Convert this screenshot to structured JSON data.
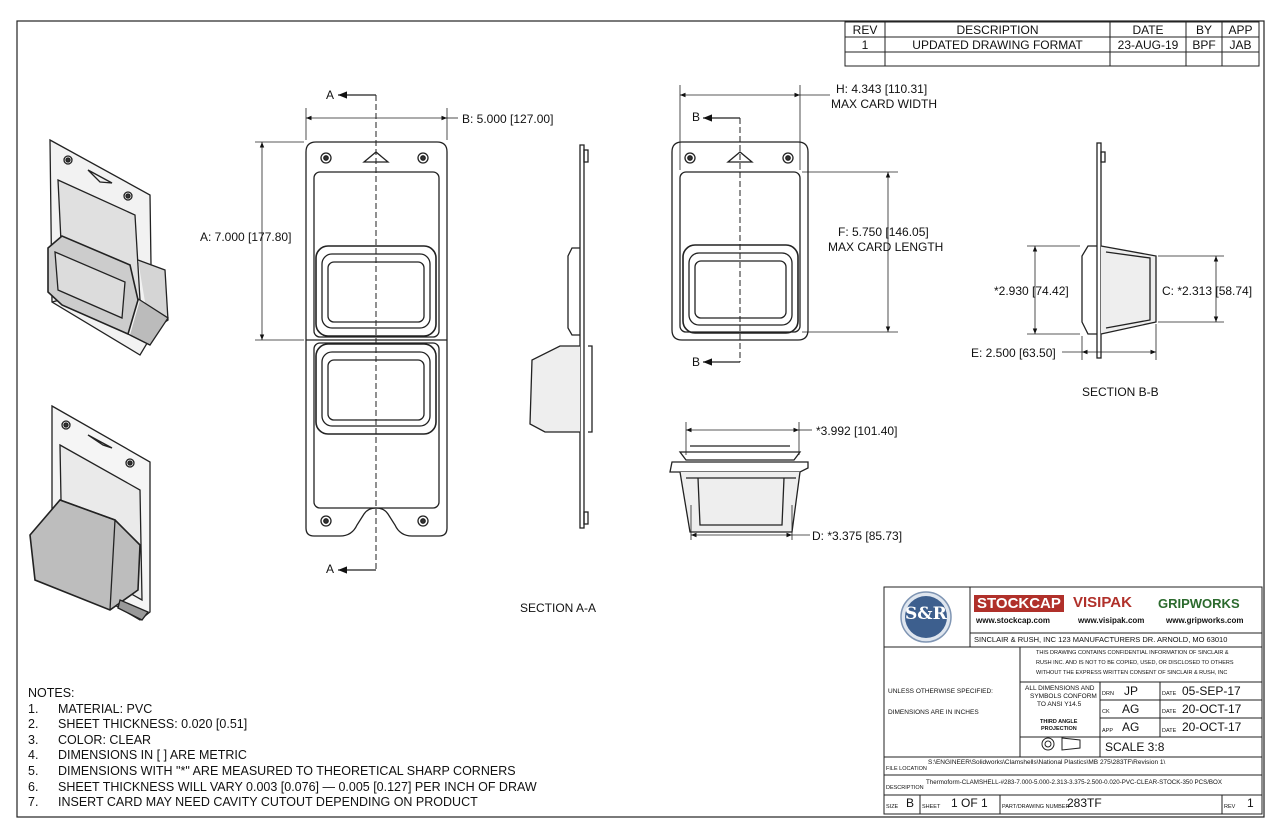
{
  "revision_table": {
    "headers": [
      "REV",
      "DESCRIPTION",
      "DATE",
      "BY",
      "APP"
    ],
    "rows": [
      [
        "1",
        "UPDATED DRAWING FORMAT",
        "23-AUG-19",
        "BPF",
        "JAB"
      ]
    ]
  },
  "dimensions": {
    "a": "A: 7.000 [177.80]",
    "b": "B: 5.000 [127.00]",
    "h_line1": "H: 4.343 [110.31]",
    "h_line2": "MAX CARD WIDTH",
    "f_line1": "F: 5.750 [146.05]",
    "f_line2": "MAX CARD LENGTH",
    "depth": "*2.930 [74.42]",
    "c": "C: *2.313 [58.74]",
    "e": "E: 2.500 [63.50]",
    "top_width": "*3.992 [101.40]",
    "d": "D: *3.375 [85.73]"
  },
  "section_marks": {
    "a": "A",
    "b": "B"
  },
  "section_labels": {
    "aa": "SECTION A-A",
    "bb": "SECTION B-B"
  },
  "notes": {
    "title": "NOTES:",
    "items": [
      {
        "num": "1.",
        "text": "MATERIAL: PVC"
      },
      {
        "num": "2.",
        "text": "SHEET THICKNESS: 0.020 [0.51]"
      },
      {
        "num": "3.",
        "text": "COLOR: CLEAR"
      },
      {
        "num": "4.",
        "text": "DIMENSIONS IN [ ] ARE METRIC"
      },
      {
        "num": "5.",
        "text": "DIMENSIONS WITH \"*\" ARE MEASURED TO THEORETICAL SHARP CORNERS"
      },
      {
        "num": "6.",
        "text": "SHEET THICKNESS WILL VARY 0.003 [0.076] — 0.005 [0.127] PER INCH OF DRAW"
      },
      {
        "num": "7.",
        "text": "INSERT CARD MAY NEED CAVITY CUTOUT DEPENDING ON PRODUCT"
      }
    ]
  },
  "title_block": {
    "logo": "S&R",
    "brand1": "STOCKCAP",
    "brand2": "VISIPAK",
    "brand3": "GRIPWORKS",
    "url1": "www.stockcap.com",
    "url2": "www.visipak.com",
    "url3": "www.gripworks.com",
    "company": "SINCLAIR & RUSH, INC 123 MANUFACTURERS DR. ARNOLD, MO 63010",
    "confidential1": "THIS DRAWING CONTAINS CONFIDENTIAL INFORMATION OF SINCLAIR &",
    "confidential2": "RUSH INC. AND IS NOT TO BE COPIED, USED, OR DISCLOSED TO OTHERS",
    "confidential3": "WITHOUT THE EXPRESS WRITTEN CONSENT OF SINCLAIR & RUSH, INC",
    "unless": "UNLESS OTHERWISE SPECIFIED:",
    "units": "DIMENSIONS ARE IN INCHES",
    "conform1": "ALL DIMENSIONS AND",
    "conform2": "SYMBOLS CONFORM",
    "conform3": "TO ANSI Y14.5",
    "drn_label": "DRN",
    "chk_label": "CK",
    "app_label": "APP",
    "date_label": "DATE",
    "drn": "JP",
    "drn_date": "05-SEP-17",
    "chk": "AG",
    "chk_date": "20-OCT-17",
    "app": "AG",
    "app_date": "20-OCT-17",
    "projection1": "THIRD ANGLE",
    "projection2": "PROJECTION",
    "scale": "SCALE 3:8",
    "file_location_label": "FILE LOCATION",
    "file_location": "S:\\ENGINEER\\Solidworks\\Clamshells\\National Plastics\\MB 275\\283TF\\Revision 1\\",
    "description_label": "DESCRIPTION",
    "description": "Thermoform-CLAMSHELL-#283-7.000-5.000-2.313-3.375-2.500-0.020-PVC-CLEAR-STOCK-350 PCS/BOX",
    "size_label": "SIZE",
    "size": "B",
    "sheet_label": "SHEET",
    "sheet": "1 OF 1",
    "part_label": "PART/DRAWING NUMBER",
    "part": "283TF",
    "rev_label": "REV",
    "rev": "1"
  }
}
